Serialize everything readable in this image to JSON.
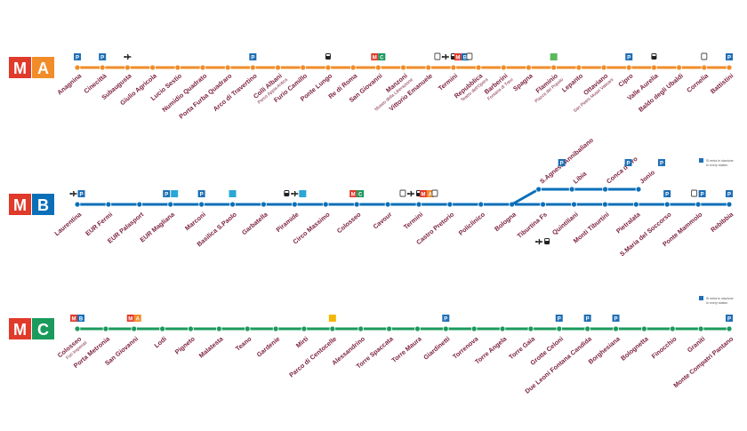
{
  "colors": {
    "line_a": "#f28c28",
    "line_b": "#0b6fb8",
    "line_c": "#1a9a5c",
    "badge_m": "#e03a2b",
    "station_label": "#7a1e3a",
    "icon_blue": "#1f6fb5",
    "icon_cyan": "#2aa7d6",
    "icon_green": "#5cb85c",
    "icon_yellow": "#f2b705"
  },
  "lines": [
    {
      "id": "a",
      "badge_m": "M",
      "badge_letter": "A",
      "letter_color": "#f28c28",
      "stations": [
        {
          "label": "Anagnina",
          "icons": [
            "parking"
          ]
        },
        {
          "label": "Cinecittà",
          "icons": [
            "parking"
          ]
        },
        {
          "label": "Subaugusta",
          "icons": [
            "plane"
          ]
        },
        {
          "label": "Giulio Agricola",
          "icons": []
        },
        {
          "label": "Lucio Sestio",
          "icons": []
        },
        {
          "label": "Numidio Quadrato",
          "icons": []
        },
        {
          "label": "Porta Furba Quadraro",
          "icons": []
        },
        {
          "label": "Arco di Travertino",
          "icons": [
            "parking"
          ]
        },
        {
          "label": "Colli Albani",
          "sub": "Parco Appia Antica",
          "icons": []
        },
        {
          "label": "Furio Camillo",
          "icons": []
        },
        {
          "label": "Ponte Lungo",
          "icons": [
            "train"
          ]
        },
        {
          "label": "Re di Roma",
          "icons": []
        },
        {
          "label": "San Giovanni",
          "icons": [
            "mc"
          ]
        },
        {
          "label": "Manzoni",
          "sub": "Museo della Liberazione",
          "icons": []
        },
        {
          "label": "Vittorio Emanuele",
          "icons": []
        },
        {
          "label": "Termini",
          "icons": [
            "bus",
            "plane",
            "train",
            "mb",
            "bus2"
          ]
        },
        {
          "label": "Repubblica",
          "sub": "Teatro dell'Opera",
          "icons": []
        },
        {
          "label": "Barberini",
          "sub": "Fontana di Trevi",
          "icons": []
        },
        {
          "label": "Spagna",
          "icons": []
        },
        {
          "label": "Flaminio",
          "sub": "Piazza del Popolo",
          "icons": [
            "tram"
          ]
        },
        {
          "label": "Lepanto",
          "icons": []
        },
        {
          "label": "Ottaviano",
          "sub": "San Pietro Musei Vaticani",
          "icons": []
        },
        {
          "label": "Cipro",
          "icons": [
            "parking"
          ]
        },
        {
          "label": "Valle Aurelia",
          "icons": [
            "train"
          ]
        },
        {
          "label": "Baldo degli Ubaldi",
          "icons": []
        },
        {
          "label": "Cornelia",
          "icons": [
            "bus"
          ]
        },
        {
          "label": "Battistini",
          "icons": [
            "parking"
          ]
        }
      ]
    },
    {
      "id": "b",
      "badge_m": "M",
      "badge_letter": "B",
      "letter_color": "#0b6fb8",
      "stations": [
        {
          "label": "Laurentina",
          "icons": [
            "plane",
            "parking"
          ]
        },
        {
          "label": "EUR Fermi",
          "icons": []
        },
        {
          "label": "EUR Palasport",
          "icons": []
        },
        {
          "label": "EUR Magliana",
          "icons": [
            "parking",
            "access"
          ]
        },
        {
          "label": "Marconi",
          "icons": [
            "parking"
          ]
        },
        {
          "label": "Basilica S.Paolo",
          "icons": [
            "access"
          ]
        },
        {
          "label": "Garbatella",
          "icons": []
        },
        {
          "label": "Piramide",
          "icons": [
            "train",
            "plane",
            "access"
          ]
        },
        {
          "label": "Circo Massimo",
          "icons": []
        },
        {
          "label": "Colosseo",
          "icons": [
            "mc"
          ]
        },
        {
          "label": "Cavour",
          "icons": []
        },
        {
          "label": "Termini",
          "icons": [
            "bus",
            "plane",
            "train",
            "ma",
            "bus2"
          ]
        },
        {
          "label": "Castro Pretorio",
          "icons": []
        },
        {
          "label": "Policlinico",
          "icons": []
        },
        {
          "label": "Bologna",
          "icons": []
        },
        {
          "label": "Tiburtina Fs",
          "icons": [
            "plane",
            "train"
          ]
        },
        {
          "label": "Quintiliani",
          "icons": []
        },
        {
          "label": "Monti Tiburtini",
          "icons": []
        },
        {
          "label": "Pietralata",
          "icons": []
        },
        {
          "label": "S.Maria del Soccorso",
          "icons": [
            "parking"
          ]
        },
        {
          "label": "Ponte Mammolo",
          "icons": [
            "bus",
            "parking"
          ]
        },
        {
          "label": "Rebibbia",
          "icons": [
            "parking"
          ]
        }
      ],
      "branch_stations": [
        {
          "label": "S.Agnese Annibaliano",
          "icons": [
            "parking"
          ]
        },
        {
          "label": "Libia",
          "icons": []
        },
        {
          "label": "Conca d'Oro",
          "icons": [
            "parking"
          ]
        },
        {
          "label": "Jonio",
          "icons": [
            "parking"
          ]
        }
      ]
    },
    {
      "id": "c",
      "badge_m": "M",
      "badge_letter": "C",
      "letter_color": "#1a9a5c",
      "stations": [
        {
          "label": "Colosseo",
          "sub": "Fori Imperiali",
          "icons": [
            "mb"
          ]
        },
        {
          "label": "Porta Metronia",
          "icons": []
        },
        {
          "label": "San Giovanni",
          "icons": [
            "ma"
          ]
        },
        {
          "label": "Lodi",
          "icons": []
        },
        {
          "label": "Pigneto",
          "icons": []
        },
        {
          "label": "Malatesta",
          "icons": []
        },
        {
          "label": "Teano",
          "icons": []
        },
        {
          "label": "Gardenie",
          "icons": []
        },
        {
          "label": "Mirti",
          "icons": []
        },
        {
          "label": "Parco di Centocelle",
          "icons": [
            "yellow"
          ]
        },
        {
          "label": "Alessandrino",
          "icons": []
        },
        {
          "label": "Torre Spaccata",
          "icons": []
        },
        {
          "label": "Torre Maura",
          "icons": []
        },
        {
          "label": "Giardinetti",
          "icons": [
            "parking"
          ]
        },
        {
          "label": "Torrenova",
          "icons": []
        },
        {
          "label": "Torre Angela",
          "icons": []
        },
        {
          "label": "Torre Gaia",
          "icons": []
        },
        {
          "label": "Grotte Celoni",
          "icons": [
            "parking"
          ]
        },
        {
          "label": "Due Leoni Fontana Candida",
          "icons": [
            "parking"
          ]
        },
        {
          "label": "Borghesiana",
          "icons": [
            "parking"
          ]
        },
        {
          "label": "Bolognetta",
          "icons": []
        },
        {
          "label": "Finocchio",
          "icons": []
        },
        {
          "label": "Graniti",
          "icons": []
        },
        {
          "label": "Monte Compatri Pantano",
          "icons": [
            "parking"
          ]
        }
      ]
    }
  ],
  "legend": {
    "line1": "Si entra in stazione",
    "line2": "In every station"
  }
}
